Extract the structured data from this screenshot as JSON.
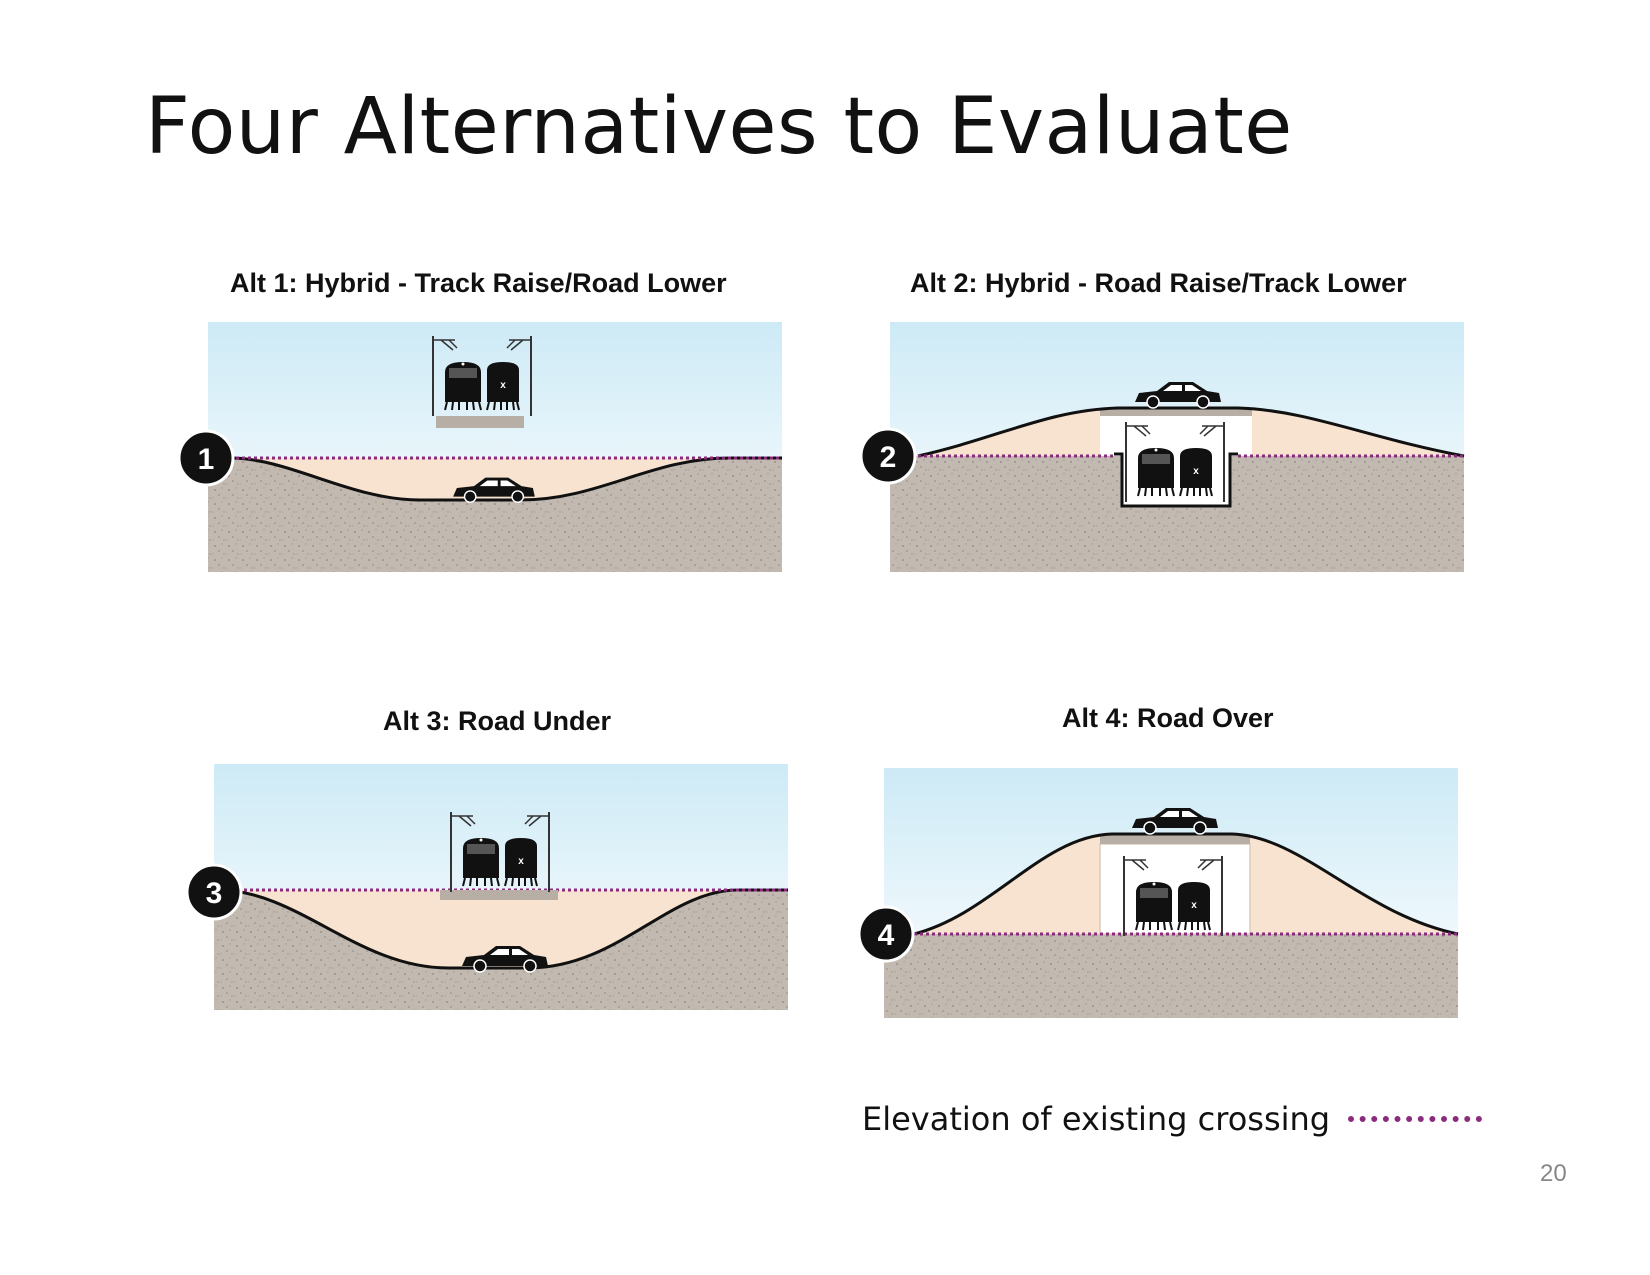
{
  "slide": {
    "title": "Four Alternatives to Evaluate",
    "page_number": "20"
  },
  "alternatives": [
    {
      "label": "Alt 1: Hybrid - Track Raise/Road Lower",
      "badge": "1"
    },
    {
      "label": "Alt 2: Hybrid - Road Raise/Track Lower",
      "badge": "2"
    },
    {
      "label": "Alt 3: Road Under",
      "badge": "3"
    },
    {
      "label": "Alt 4: Road Over",
      "badge": "4"
    }
  ],
  "legend": {
    "label": "Elevation of existing crossing",
    "line_color": "#8a2c7c"
  },
  "colors": {
    "sky_top": "#cdeaf6",
    "sky_bottom": "#ffffff",
    "ground": "#c2bab1",
    "embankment": "#f7e3cf",
    "existing_grade": "#8a2c7c",
    "vehicles": "#111111"
  }
}
